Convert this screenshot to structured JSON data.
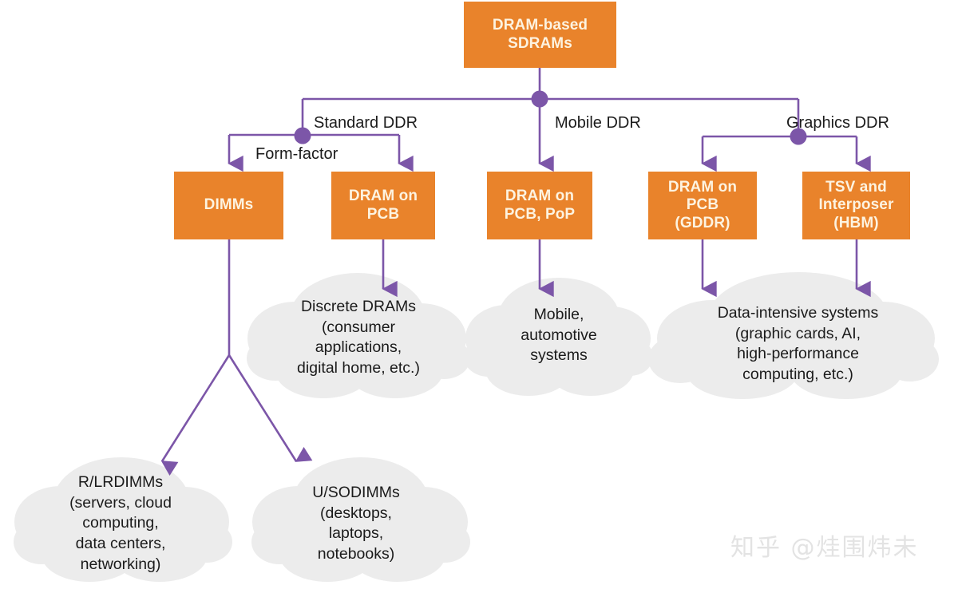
{
  "diagram": {
    "title": "DRAM-based SDRAMs taxonomy",
    "colors": {
      "box_fill": "#e9832b",
      "box_text": "#fdf3e0",
      "connector": "#7c56a8",
      "cloud_fill": "#ececec",
      "label_text": "#1b1b1b",
      "background": "#ffffff",
      "watermark": "#e3e3e3"
    },
    "root": {
      "label": "DRAM-based\nSDRAMs"
    },
    "branch_labels": [
      {
        "id": "standard-ddr",
        "text": "Standard DDR"
      },
      {
        "id": "mobile-ddr",
        "text": "Mobile DDR"
      },
      {
        "id": "graphics-ddr",
        "text": "Graphics DDR"
      },
      {
        "id": "form-factor",
        "text": "Form-factor"
      }
    ],
    "boxes": [
      {
        "id": "dimms",
        "label": "DIMMs"
      },
      {
        "id": "dram-on-pcb",
        "label": "DRAM on\nPCB"
      },
      {
        "id": "dram-on-pcb-pop",
        "label": "DRAM on\nPCB, PoP"
      },
      {
        "id": "dram-on-pcb-gddr",
        "label": "DRAM on\nPCB\n(GDDR)"
      },
      {
        "id": "tsv-interposer-hbm",
        "label": "TSV and\nInterposer\n(HBM)"
      }
    ],
    "clouds": [
      {
        "id": "discrete-drams",
        "label": "Discrete DRAMs\n(consumer\napplications,\ndigital home, etc.)"
      },
      {
        "id": "mobile-automotive",
        "label": "Mobile,\nautomotive\nsystems"
      },
      {
        "id": "data-intensive",
        "label": "Data-intensive systems\n(graphic cards, AI,\nhigh-performance\ncomputing, etc.)"
      },
      {
        "id": "rlrdimms",
        "label": "R/LRDIMMs\n(servers, cloud\ncomputing,\ndata centers,\nnetworking)"
      },
      {
        "id": "usodimms",
        "label": "U/SODIMMs\n(desktops,\nlaptops,\nnotebooks)"
      }
    ],
    "watermark": "知乎 @烓围炜未"
  }
}
